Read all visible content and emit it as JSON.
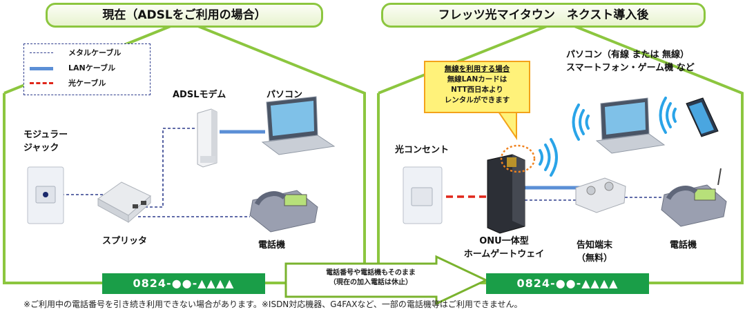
{
  "left": {
    "title": "現在（ADSLをご利用の場合）",
    "phone_number": "0824-●●-▲▲▲▲",
    "labels": {
      "modular_jack": "モジュラー\nジャック",
      "adsl_modem": "ADSLモデム",
      "pc": "パソコン",
      "splitter": "スプリッタ",
      "telephone": "電話機"
    }
  },
  "right": {
    "title": "フレッツ光マイタウン　ネクスト導入後",
    "phone_number": "0824-●●-▲▲▲▲",
    "labels": {
      "devices": "パソコン（有線 または 無線）\nスマートフォン・ゲーム機 など",
      "optical_outlet": "光コンセント",
      "onu": "ONU一体型\nホームゲートウェイ",
      "notification_terminal": "告知端末\n（無料）",
      "telephone": "電話機"
    },
    "callout": {
      "heading": "無線を利用する場合",
      "body": "無線LANカードは\nNTT西日本より\nレンタルができます"
    }
  },
  "legend": {
    "metal": "メタルケーブル",
    "lan": "LANケーブル",
    "optical": "光ケーブル"
  },
  "arrow_text": "電話番号や電話機もそのまま\n（現在の加入電話は休止）",
  "footnote": "※ご利用中の電話番号を引き続き利用できない場合があります。※ISDN対応機器、G4FAXなど、一部の電話機等はご利用できません。",
  "colors": {
    "house_outline": "#8cc63f",
    "phone_bar": "#1a9e48",
    "lan_cable": "#5b8fd6",
    "metal_cable": "#2b3a8c",
    "optical_cable": "#e0261a",
    "callout_fill": "#fff27a"
  }
}
